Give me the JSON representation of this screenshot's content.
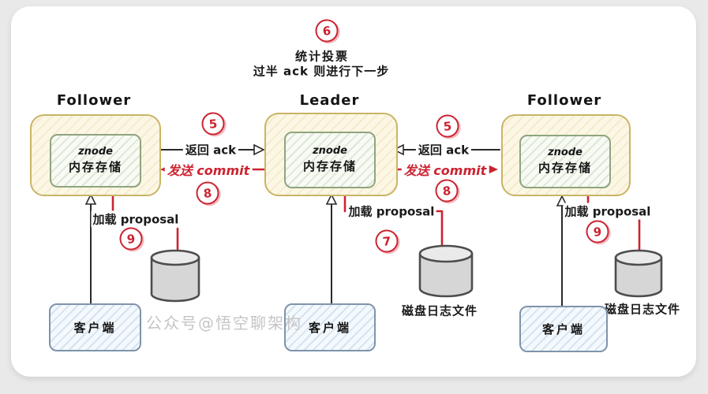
{
  "watermark": "公众号@悟空聊架构",
  "top_note": {
    "step": "6",
    "title": "统计投票",
    "subtitle": "过半 ack 则进行下一步"
  },
  "nodes": [
    {
      "title": "Follower",
      "store_line1": "znode",
      "store_line2": "内存存储"
    },
    {
      "title": "Leader",
      "store_line1": "znode",
      "store_line2": "内存存储"
    },
    {
      "title": "Follower",
      "store_line1": "znode",
      "store_line2": "内存存储"
    }
  ],
  "links": {
    "left": {
      "ack_step": "5",
      "ack_label": "返回 ack",
      "commit_label": "发送 commit",
      "commit_step": "8"
    },
    "right": {
      "ack_step": "5",
      "ack_label": "返回 ack",
      "commit_label": "发送 commit",
      "commit_step": "8"
    }
  },
  "proposals": [
    {
      "label": "加载 proposal",
      "step": "9"
    },
    {
      "label": "加载 proposal",
      "step": "7"
    },
    {
      "label": "加载 proposal",
      "step": "9"
    }
  ],
  "disks": {
    "center_label": "磁盘日志文件",
    "right_label": "磁盘日志文件"
  },
  "clients": [
    {
      "label": "客户端"
    },
    {
      "label": "客户端"
    },
    {
      "label": "客户端"
    }
  ],
  "colors": {
    "accent_red": "#cb2431",
    "line_black": "#2a2a2a",
    "node_border": "#c9b465",
    "store_border": "#8fa57f",
    "client_border": "#7f94ab"
  }
}
